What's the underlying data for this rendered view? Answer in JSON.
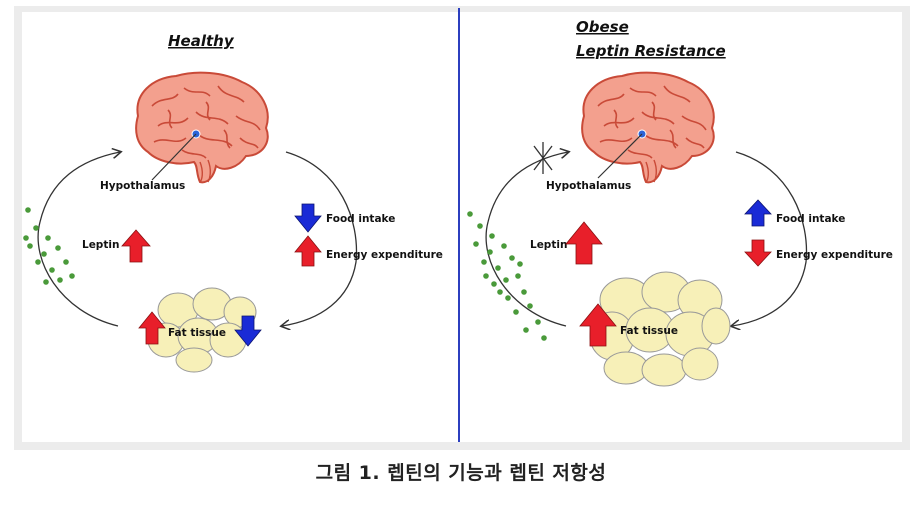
{
  "colors": {
    "divider": "#2c3fbf",
    "arrow_up": "#e81f2a",
    "arrow_down": "#1a2bd6",
    "fat_fill": "#f7f0b8",
    "brain": "#e9735f",
    "leptin_dots": "#4a9a3a"
  },
  "panels": {
    "healthy": {
      "title": "Healthy",
      "hypothalamus": "Hypothalamus",
      "leptin": "Leptin",
      "fat_tissue": "Fat tissue",
      "food_intake": "Food intake",
      "energy_expenditure": "Energy expenditure"
    },
    "obese": {
      "title_line1": "Obese",
      "title_line2": "Leptin Resistance",
      "hypothalamus": "Hypothalamus",
      "leptin": "Leptin",
      "fat_tissue": "Fat tissue",
      "food_intake": "Food intake",
      "energy_expenditure": "Energy expenditure"
    }
  },
  "caption": "그림 1. 렙틴의 기능과 렙틴 저항성"
}
